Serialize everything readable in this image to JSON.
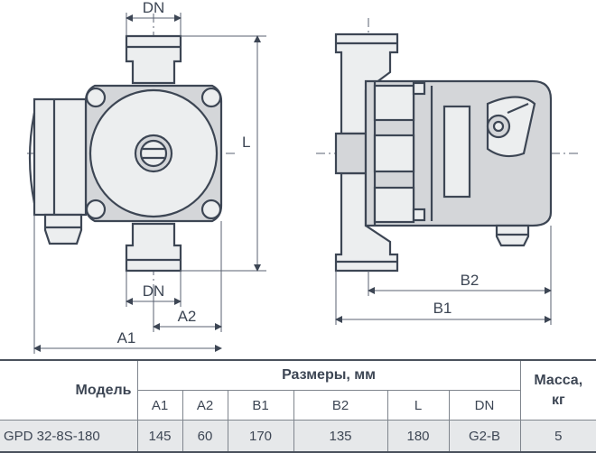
{
  "drawing": {
    "labels": {
      "dn_top": "DN",
      "dn_bottom": "DN",
      "l": "L",
      "a1": "A1",
      "a2": "A2",
      "b1": "B1",
      "b2": "B2"
    }
  },
  "table": {
    "model_header": "Модель",
    "dimensions_header": "Размеры, мм",
    "mass_header_line1": "Масса,",
    "mass_header_line2": "кг",
    "columns": [
      "A1",
      "A2",
      "B1",
      "B2",
      "L",
      "DN"
    ],
    "rows": [
      {
        "model": "GPD 32-8S-180",
        "a1": "145",
        "a2": "60",
        "b1": "170",
        "b2": "135",
        "l": "180",
        "dn": "G2-B",
        "mass": "5"
      }
    ]
  }
}
